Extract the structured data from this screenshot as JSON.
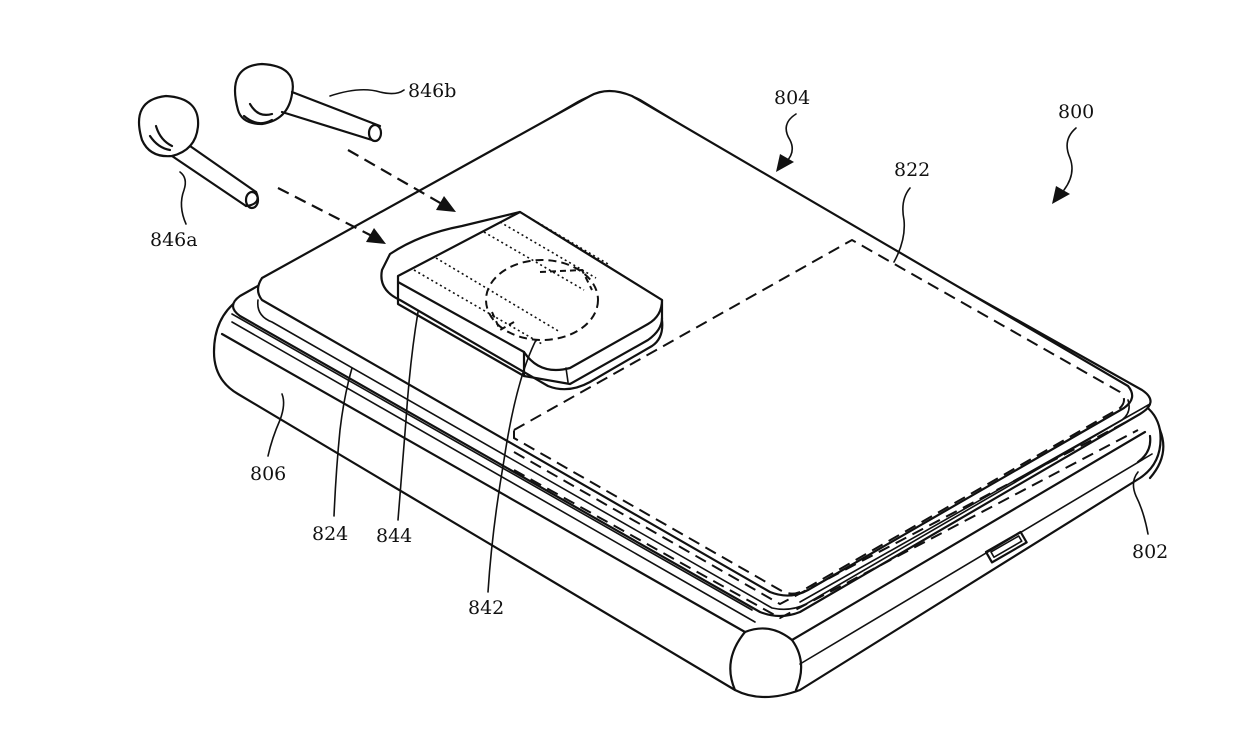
{
  "figure": {
    "labels": {
      "ref_800": "800",
      "ref_802": "802",
      "ref_804": "804",
      "ref_806": "806",
      "ref_822": "822",
      "ref_824": "824",
      "ref_842": "842",
      "ref_844": "844",
      "ref_846a": "846a",
      "ref_846b": "846b"
    },
    "colors": {
      "line": "#111111",
      "background": "#ffffff"
    }
  }
}
